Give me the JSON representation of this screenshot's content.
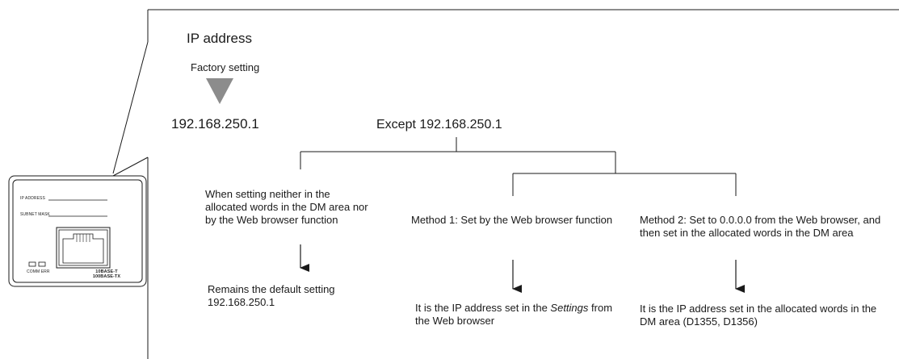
{
  "title": "IP address",
  "factory_label": "Factory setting",
  "factory_ip": "192.168.250.1",
  "except_label": "Except 192.168.250.1",
  "branches": [
    {
      "condition": "When setting neither in the allocated words in the DM area nor by the Web browser function",
      "result": "Remains the default setting 192.168.250.1"
    },
    {
      "condition": "Method 1: Set by the Web browser function",
      "result_before": "It is the IP address set in the ",
      "result_em": "Settings",
      "result_after": " from the Web browser"
    },
    {
      "condition": "Method 2: Set to 0.0.0.0 from the Web browser, and then set in the allocated words in the DM area",
      "result": "It is the IP address set in the allocated words in the DM area (D1355, D1356)"
    }
  ],
  "device": {
    "ip_label": "IP ADDRESS",
    "mask_label": "SUBNET MASK",
    "led_labels": "COMM ERR",
    "port_line1": "10BASE-T",
    "port_line2": "100BASE-TX"
  },
  "colors": {
    "line": "#1a1a1a",
    "triangle": "#8c8c8c"
  }
}
